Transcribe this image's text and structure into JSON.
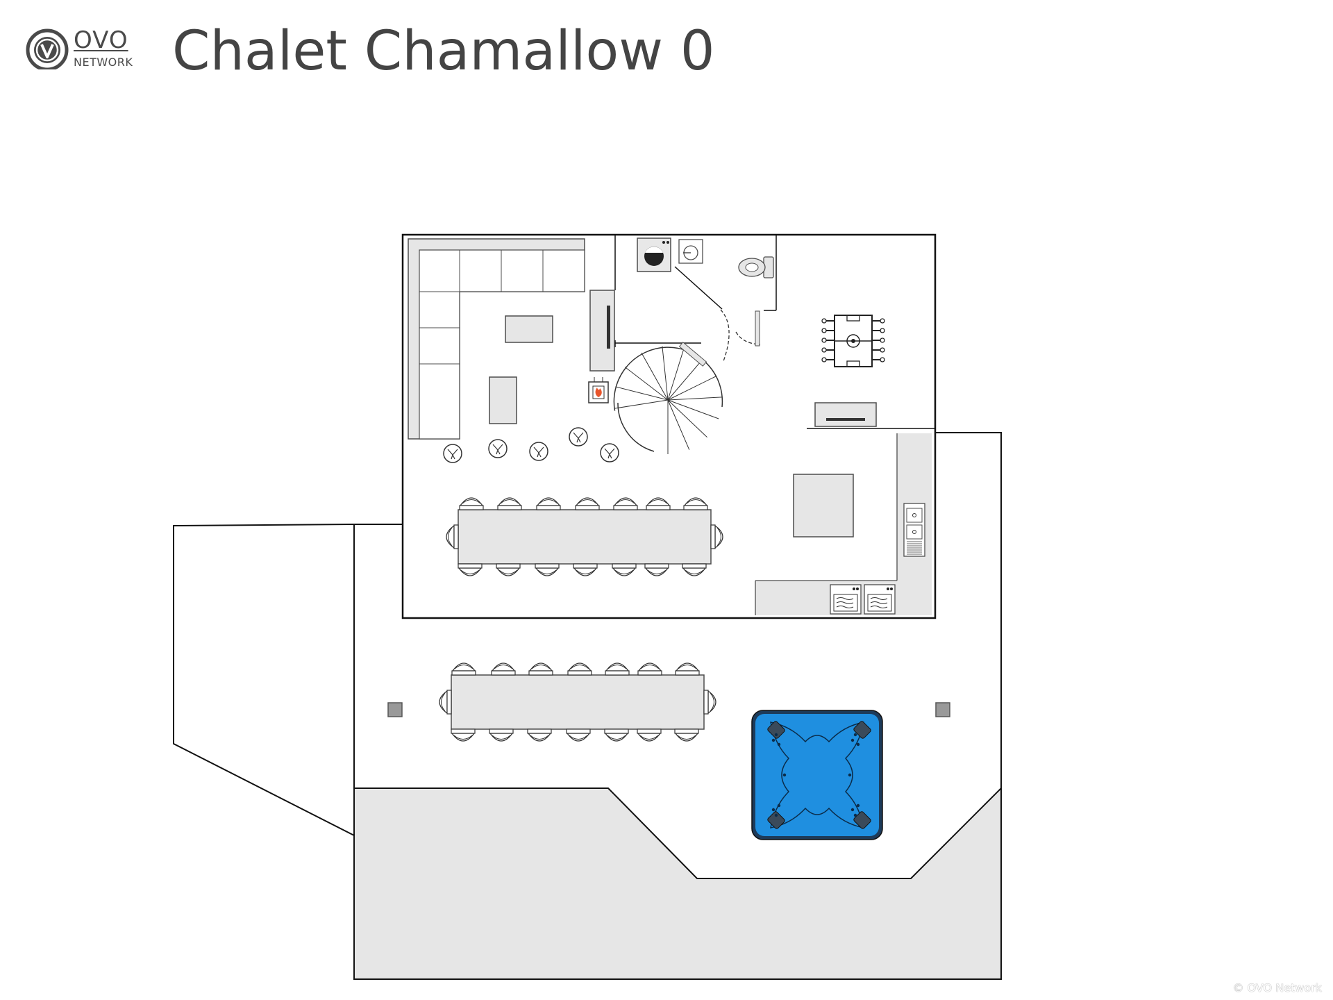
{
  "header": {
    "logo": {
      "name": "ovo-network-logo",
      "word": "OVO",
      "sub": "NETWORK"
    },
    "title": "Chalet Chamallow 0"
  },
  "plan": {
    "icons": [
      "sofa-icon",
      "coffee-table-icon",
      "tv-unit-icon",
      "wood-stove-icon",
      "spiral-staircase-icon",
      "door-icon",
      "washing-machine-icon",
      "sink-icon",
      "toilet-icon",
      "table-football-icon",
      "side-table-icon",
      "stool-icon",
      "dining-table-icon",
      "chair-icon",
      "kitchen-island-icon",
      "kitchen-counter-icon",
      "oven-icon",
      "double-sink-icon",
      "terrace-post-icon",
      "hot-tub-icon"
    ],
    "colors": {
      "wall": "#111111",
      "furniture_fill": "#e6e6e6",
      "furniture_stroke": "#4d4d4d",
      "terrace_grass": "#e6e6e6",
      "hot_tub_water": "#1f8fe0",
      "hot_tub_rim": "#1d3b5a",
      "stove_flame": "#e8552b"
    }
  },
  "footer": {
    "copyright": "© OVO Network"
  }
}
